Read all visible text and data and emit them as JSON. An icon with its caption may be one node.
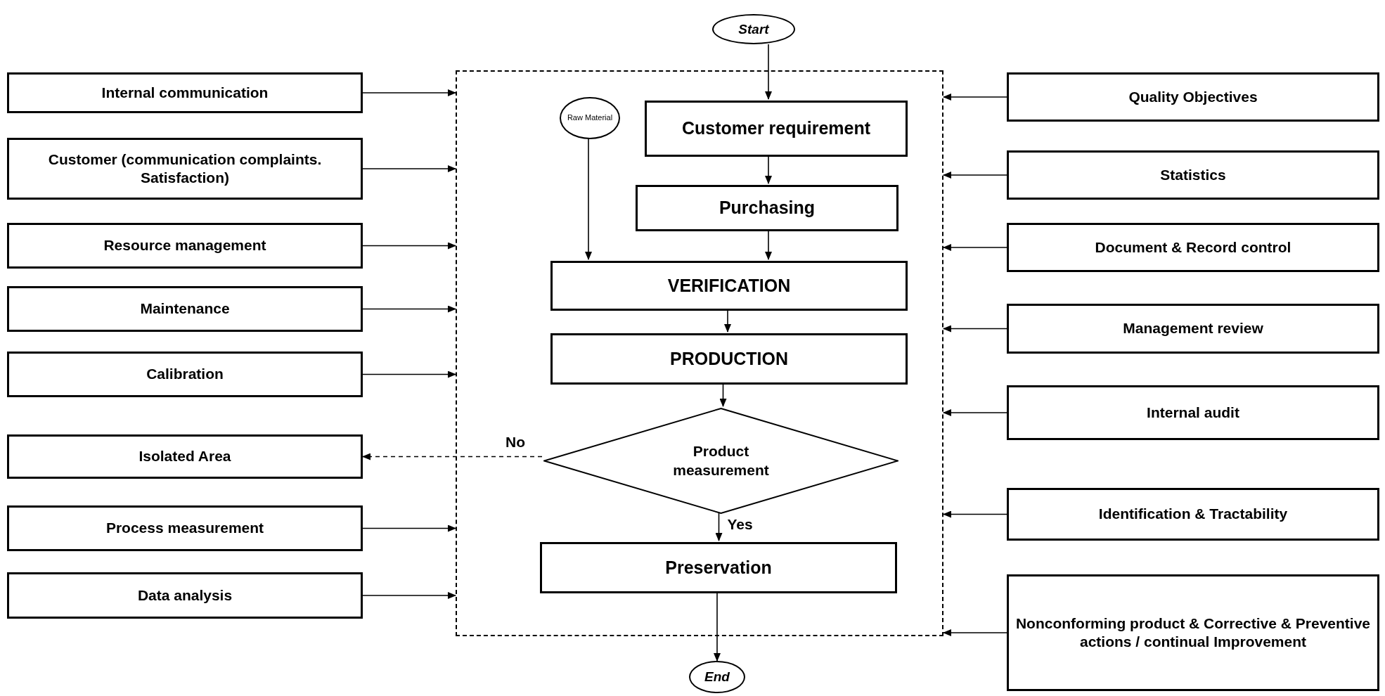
{
  "diagram": {
    "nodes": [
      {
        "text": [
          "Start"
        ]
      },
      {
        "text": [],
        "shape": "box"
      },
      {
        "text": [
          "Raw Material"
        ],
        "in": 1
      },
      {
        "text": [
          "Customer requirement"
        ],
        "in": 1
      },
      {
        "text": [
          "Purchasing"
        ],
        "in": 1
      },
      {
        "text": [
          "VERIFICATION"
        ],
        "in": 1
      },
      {
        "text": [
          "PRODUCTION"
        ],
        "in": 1
      },
      {
        "text": [
          "Product measurement"
        ],
        "in": 1
      },
      {
        "text": [
          "Preservation"
        ],
        "in": 1
      },
      {
        "text": [
          "End"
        ]
      },
      {
        "text": [
          "Internal communication"
        ]
      },
      {
        "text": [
          "Customer (communication complaints. Satisfaction)"
        ]
      },
      {
        "text": [
          "Resource management"
        ]
      },
      {
        "text": [
          "Maintenance"
        ]
      },
      {
        "text": [
          "Calibration"
        ]
      },
      {
        "text": [
          "Isolated Area"
        ]
      },
      {
        "text": [
          "Process measurement"
        ]
      },
      {
        "text": [
          "Data analysis"
        ]
      },
      {
        "text": [
          "Quality Objectives"
        ]
      },
      {
        "text": [
          "Statistics"
        ]
      },
      {
        "text": [
          "Document & Record control"
        ]
      },
      {
        "text": [
          "Management review"
        ]
      },
      {
        "text": [
          "Internal audit"
        ]
      },
      {
        "text": [
          "Identification & Tractability"
        ]
      },
      {
        "text": [
          "Nonconforming product & Corrective & Preventive actions / continual Improvement"
        ]
      }
    ],
    "edges": [
      {
        "from": 0,
        "to": 3,
        "arrow": "to"
      },
      {
        "from": 3,
        "to": 4,
        "arrow": "to"
      },
      {
        "from": 4,
        "to": 5,
        "arrow": "to"
      },
      {
        "from": 2,
        "to": 5,
        "arrow": "to"
      },
      {
        "from": 5,
        "to": 6,
        "arrow": "to"
      },
      {
        "from": 6,
        "to": 7,
        "arrow": "to"
      },
      {
        "from": 7,
        "to": 8,
        "arrow": "to",
        "label": "Yes"
      },
      {
        "from": 7,
        "to": 15,
        "arrow": "to",
        "label": "No",
        "style": "dashed"
      },
      {
        "from": 8,
        "to": 9,
        "arrow": "to"
      },
      {
        "from": 10,
        "to": 1,
        "arrow": "to"
      },
      {
        "from": 11,
        "to": 1,
        "arrow": "to"
      },
      {
        "from": 12,
        "to": 1,
        "arrow": "to"
      },
      {
        "from": 13,
        "to": 1,
        "arrow": "to"
      },
      {
        "from": 14,
        "to": 1,
        "arrow": "to"
      },
      {
        "from": 16,
        "to": 1,
        "arrow": "to"
      },
      {
        "from": 17,
        "to": 1,
        "arrow": "to"
      },
      {
        "from": 18,
        "to": 1,
        "arrow": "to"
      },
      {
        "from": 19,
        "to": 1,
        "arrow": "to"
      },
      {
        "from": 20,
        "to": 1,
        "arrow": "to"
      },
      {
        "from": 21,
        "to": 1,
        "arrow": "to"
      },
      {
        "from": 22,
        "to": 1,
        "arrow": "to"
      },
      {
        "from": 23,
        "to": 1,
        "arrow": "to"
      },
      {
        "from": 24,
        "to": 1,
        "arrow": "to"
      }
    ]
  }
}
